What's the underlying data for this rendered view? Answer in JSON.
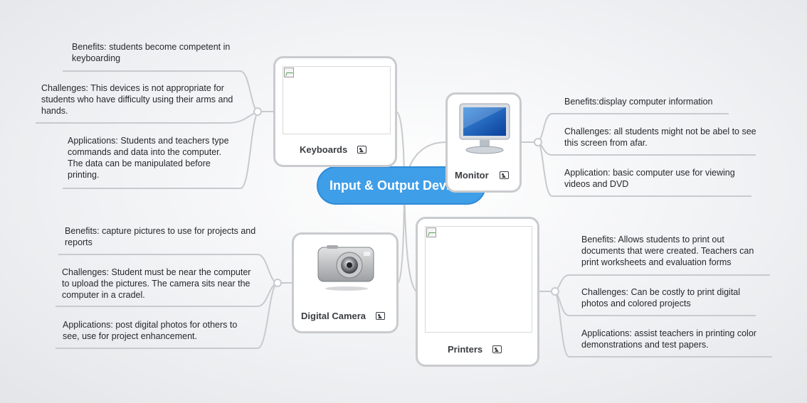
{
  "central": {
    "title": "Input & Output Devices"
  },
  "topics": {
    "keyboards": {
      "label": "Keyboards"
    },
    "monitor": {
      "label": "Monitor"
    },
    "digital_camera": {
      "label": "Digital Camera"
    },
    "printers": {
      "label": "Printers"
    }
  },
  "leaves": {
    "keyboards": {
      "benefits": "Benefits: students become competent in keyboarding",
      "challenges": "Challenges: This devices is not appropriate for students who have difficulty using their arms and hands.",
      "applications": "Applications: Students and teachers type commands and data into the computer. The data can be manipulated before printing."
    },
    "monitor": {
      "benefits": "Benefits:display computer information",
      "challenges": "Challenges: all students  might not be abel to see this screen from afar.",
      "applications": "Application: basic computer use for viewing videos and DVD"
    },
    "digital_camera": {
      "benefits": "Benefits: capture pictures to use for projects and reports",
      "challenges": "Challenges: Student must be near the computer to upload the pictures.  The camera sits near the computer in a cradel.",
      "applications": "Applications: post digital photos for others to see, use for project enhancement."
    },
    "printers": {
      "benefits": "Benefits: Allows students to print out documents that were created.  Teachers can print worksheets and evaluation forms",
      "challenges": "Challenges: Can be costly to print digital photos and colored projects",
      "applications": "Applications: assist teachers in printing color demonstrations and test papers."
    }
  },
  "icons": {
    "topic_image": "image-icon",
    "monitor_picture": "monitor-icon",
    "camera_picture": "camera-icon",
    "broken_image": "broken-image-icon"
  },
  "colors": {
    "central_fill": "#3f9ee8",
    "topic_border": "#c9cbce",
    "connector": "#c8cacd"
  }
}
